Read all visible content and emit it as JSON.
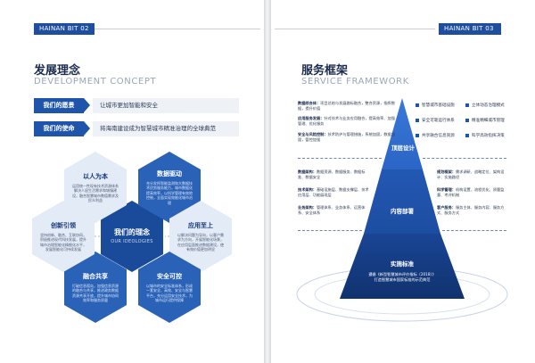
{
  "left": {
    "header": "HAINAN BIT  02",
    "title_cn": "发展理念",
    "title_en": "DEVELOPMENT CONCEPT",
    "bars": [
      {
        "tag": "我们的愿景",
        "text": "让城市更加智能和安全"
      },
      {
        "tag": "我们的使命",
        "text": "将海南建设成为智慧城市精准治理的全球典范"
      }
    ],
    "center": {
      "title": "我们的理念",
      "subtitle": "OUR IDEOLOGIES"
    },
    "hexes": [
      {
        "title": "以人为本",
        "body": "运用统一性现有技术资源体系解决人居生活需求和城镇建设，融合智慧城市数值需求及民众利益"
      },
      {
        "title": "数据驱动",
        "body": "充分发挥智能监测和大数据技术优势服务能力，城市数据化提高效率，以科学管理有效地控制，全面实现效能化城市治理"
      },
      {
        "title": "应用至上",
        "body": "以解决问题为导向，以客户需求为方向，开展智能化场景，在应用层面推进数据建设，使有效价值更加明显"
      },
      {
        "title": "安全可控",
        "body": "以城市的安全标准体系，形成一套安全、高效、安全与智慧平台，充分运用安全技术，为城市运行提供保障"
      },
      {
        "title": "融合共享",
        "body": "打破信息孤岛，加强信息资源的融合与共享，推进政务数据资源共享开放，提升城市协同效率和服务质量"
      },
      {
        "title": "创新引领",
        "body": "坚持创新、融合、互联协同，积极推进现代科技发展，提升城市治理智能化精细化水平，发展智能化可持续发展"
      }
    ]
  },
  "right": {
    "header": "HAINAN BIT  03",
    "title_cn": "服务框架",
    "title_en": "SERVICE FRAMEWORK",
    "pyramid": {
      "top": "顶层设计",
      "middle": "内容部署",
      "base": "实施标准"
    },
    "base_text": [
      "遵循《新型智慧城市评价指标（2018）》",
      "打造智慧城市国家标准的示范典范"
    ],
    "top_rows": [
      {
        "label": "数据综合体：",
        "text": "项目总结与发展路标融合，整合资源，指挥数据，提升价值"
      },
      {
        "label": "应用服务发展：",
        "text": "针对技术与业务应用融合，提高效率、加强管理、优化服务"
      },
      {
        "label": "安全与风险控制：",
        "text": "技术防护与管理措施，系统加固，数据加固，管控加强"
      }
    ],
    "top_bullets": [
      "智慧城市基础设施",
      "立体动态治理模式",
      "安全可靠运行体系",
      "精准精细城市管理",
      "共享融合信息资源",
      "科学高效指挥决策"
    ],
    "mid_left": [
      {
        "label": "数据架构：",
        "text": "数据资源、数据服务、数据标准、数据安全"
      },
      {
        "label": "技术架构：",
        "text": "基础设施层、数据支撑层、技术应用层、功能展现层"
      },
      {
        "label": "业务架构：",
        "text": "管理体系、业务体系、运营体系、安全体系"
      }
    ],
    "mid_right": [
      {
        "label": "规划框架：",
        "text": "需求调研、战略定位、架构设计、实施路径"
      },
      {
        "label": "科学管理：",
        "text": "机构设置、流程优化、质量监督、考评机制"
      },
      {
        "label": "客户服务：",
        "text": "服务主体、服务内容、服务方式、服务方式"
      }
    ]
  }
}
